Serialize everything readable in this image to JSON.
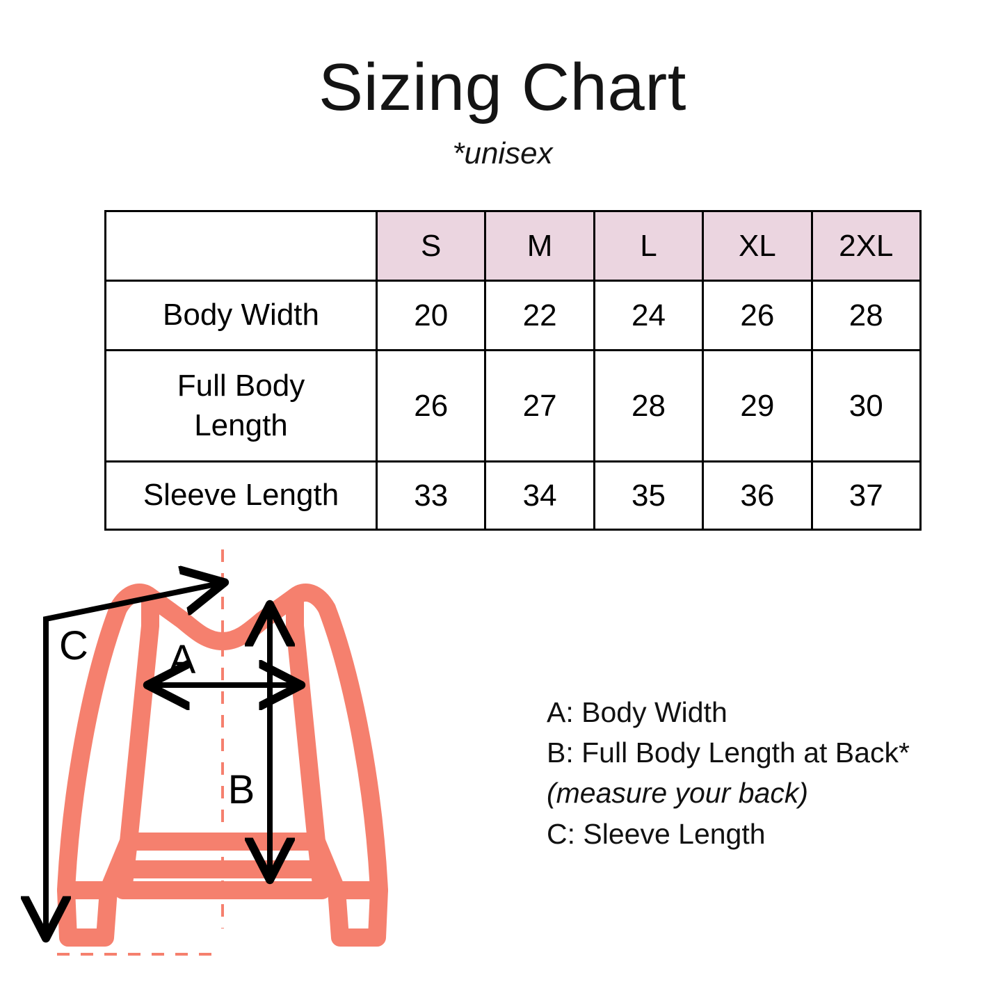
{
  "header": {
    "title": "Sizing Chart",
    "subtitle": "*unisex"
  },
  "chart_data": {
    "type": "table",
    "title": "Sizing Chart",
    "subtitle": "*unisex",
    "corner_label": "",
    "categories": [
      "S",
      "M",
      "L",
      "XL",
      "2XL"
    ],
    "row_labels": [
      "Body Width",
      "Full Body Length",
      "Sleeve Length"
    ],
    "series": [
      {
        "name": "Body Width",
        "values": [
          20,
          22,
          24,
          26,
          28
        ]
      },
      {
        "name": "Full Body Length",
        "values": [
          26,
          27,
          28,
          29,
          30
        ]
      },
      {
        "name": "Sleeve Length",
        "values": [
          33,
          34,
          35,
          36,
          37
        ]
      }
    ],
    "header_background": "#EBD5E0",
    "border_color": "#000000",
    "grid": true
  },
  "table": {
    "corner": "",
    "sizes": [
      "S",
      "M",
      "L",
      "XL",
      "2XL"
    ],
    "rows": [
      {
        "label": "Body Width",
        "label_line1": "Body Width",
        "label_line2": "",
        "values": [
          "20",
          "22",
          "24",
          "26",
          "28"
        ]
      },
      {
        "label": "Full Body Length",
        "label_line1": "Full Body",
        "label_line2": "Length",
        "values": [
          "26",
          "27",
          "28",
          "29",
          "30"
        ]
      },
      {
        "label": "Sleeve Length",
        "label_line1": "Sleeve Length",
        "label_line2": "",
        "values": [
          "33",
          "34",
          "35",
          "36",
          "37"
        ]
      }
    ]
  },
  "diagram": {
    "garment_color": "#F5806E",
    "line_color": "#000000",
    "labels": {
      "a": "A",
      "b": "B",
      "c": "C"
    }
  },
  "legend": {
    "line_a": "A: Body Width",
    "line_b": "B: Full Body Length at Back*",
    "line_b_note": "(measure your back)",
    "line_c": "C: Sleeve Length"
  }
}
